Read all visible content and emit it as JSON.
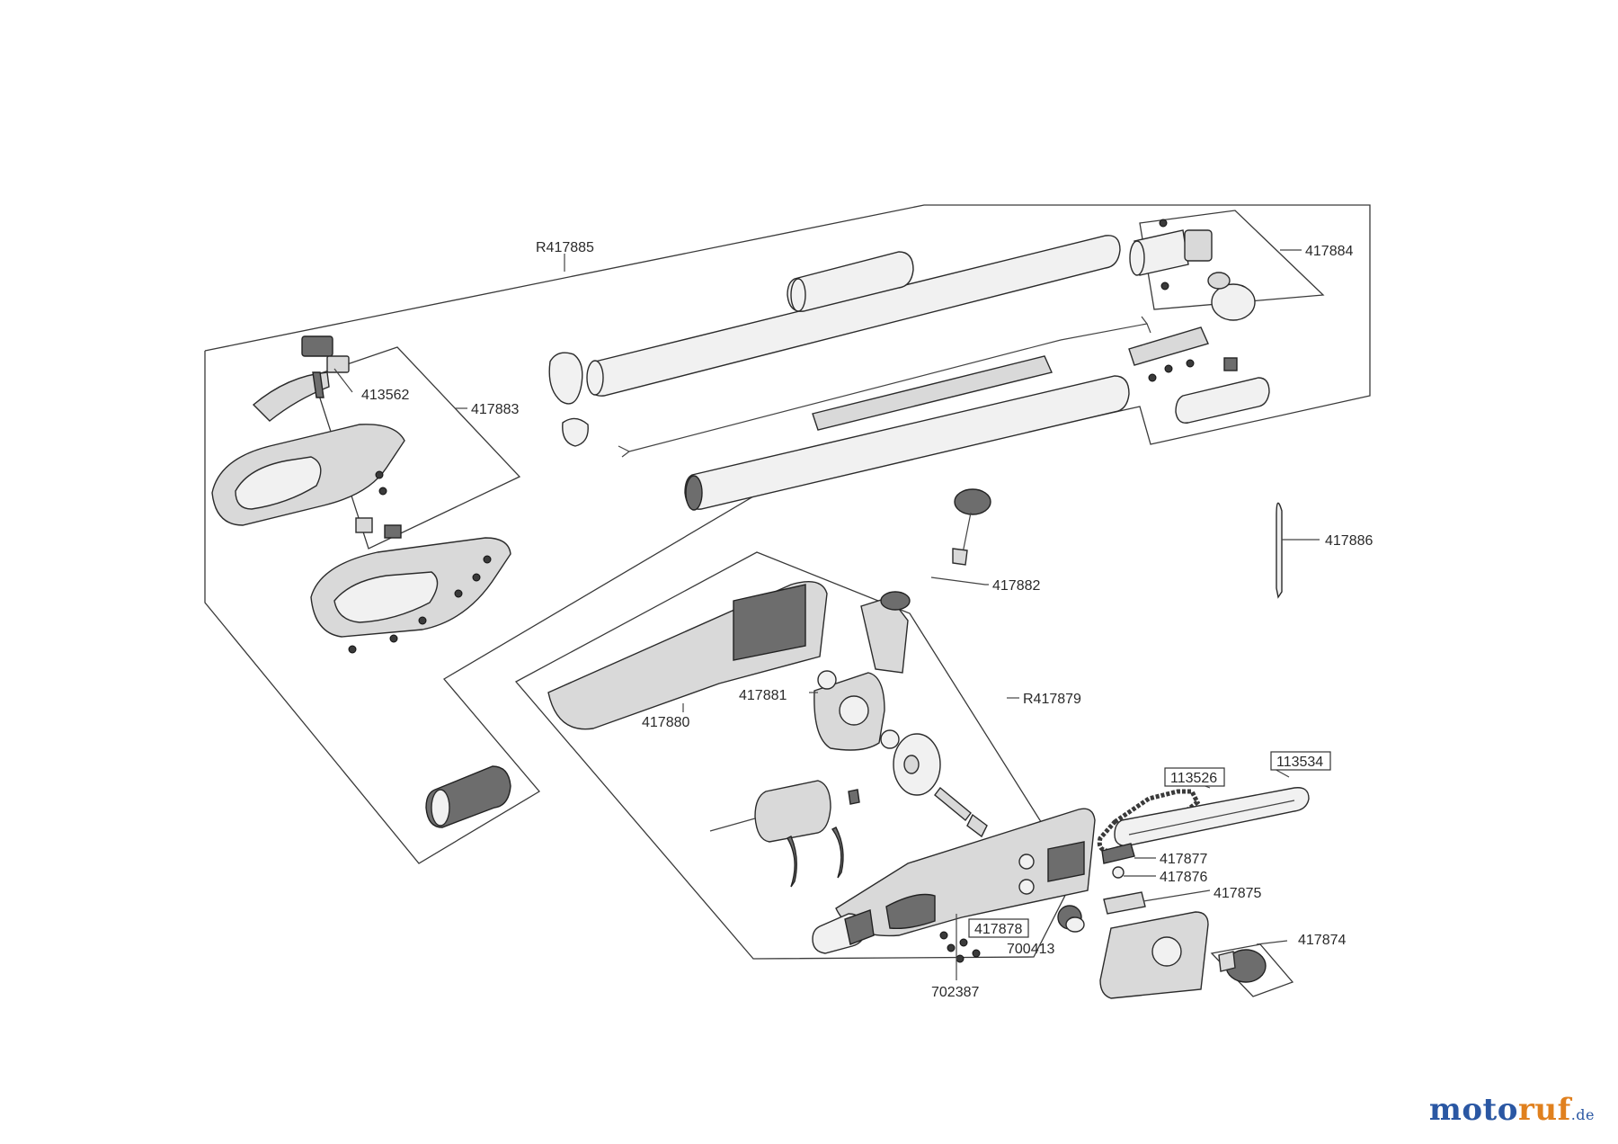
{
  "labels": {
    "r417885": "R417885",
    "p417884": "417884",
    "p413562": "413562",
    "p417883": "417883",
    "p417886": "417886",
    "p417882": "417882",
    "p417881": "417881",
    "p417880": "417880",
    "r417879": "R417879",
    "p113526": "113526",
    "p113534": "113534",
    "p417877": "417877",
    "p417876": "417876",
    "p417875": "417875",
    "p417878": "417878",
    "p700413": "700413",
    "p417874": "417874",
    "p702387": "702387"
  },
  "watermark": {
    "part1": "moto",
    "part2": "ruf",
    "suffix": ".de"
  }
}
